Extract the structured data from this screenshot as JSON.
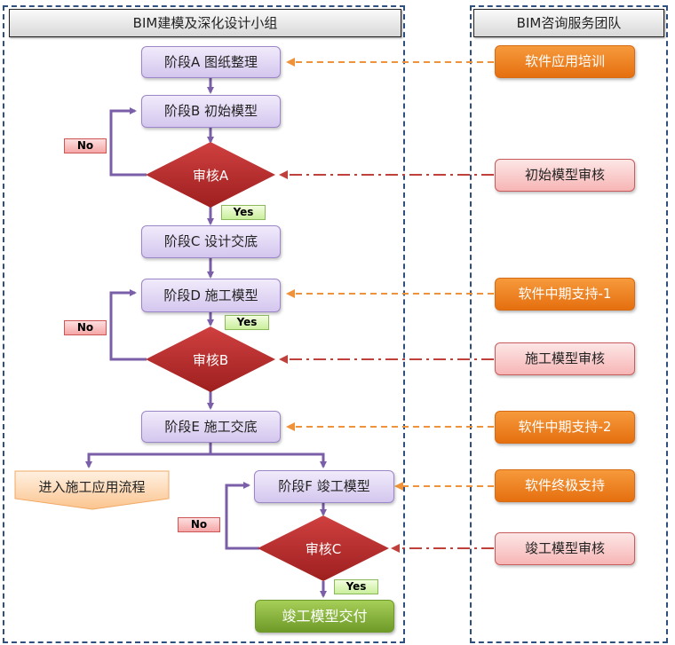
{
  "lanes": {
    "left": {
      "title": "BIM建模及深化设计小组"
    },
    "right": {
      "title": "BIM咨询服务团队"
    }
  },
  "stages": {
    "a": "阶段A 图纸整理",
    "b": "阶段B 初始模型",
    "c": "阶段C 设计交底",
    "d": "阶段D 施工模型",
    "e": "阶段E 施工交底",
    "f": "阶段F 竣工模型"
  },
  "reviews": {
    "a": "审核A",
    "b": "审核B",
    "c": "审核C"
  },
  "branch_labels": {
    "no": "No",
    "yes": "Yes"
  },
  "entry_process": "进入施工应用流程",
  "delivery": "竣工模型交付",
  "consulting": {
    "training": "软件应用培训",
    "initial_review": "初始模型审核",
    "mid_support_1": "软件中期支持-1",
    "construction_review": "施工模型审核",
    "mid_support_2": "软件中期支持-2",
    "final_support": "软件终极支持",
    "completion_review": "竣工模型审核"
  },
  "colors": {
    "flow_arrow": "#7b5ea8",
    "support_link": "#f0923a",
    "review_link": "#c0413c",
    "diamond": "#b52a2a",
    "lane_border": "#2f4f7f"
  }
}
